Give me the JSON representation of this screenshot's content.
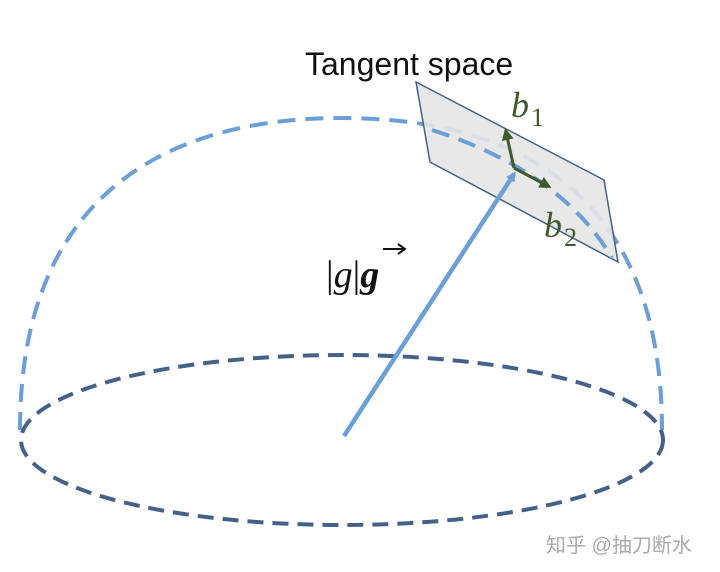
{
  "labels": {
    "tangent_space": "Tangent space",
    "b1_base": "b",
    "b1_sub": "1",
    "b2_base": "b",
    "b2_sub": "2",
    "vector_abs_open": "|",
    "vector_g": "g",
    "vector_abs_close": "|",
    "vector_bold_g": "g",
    "watermark": "知乎 @抽刀断水"
  },
  "colors": {
    "dome": "#6b9fd8",
    "base_ellipse": "#44618a",
    "vector": "#6b9fd8",
    "plane_fill": "#e6e6e6",
    "plane_stroke": "#44618a",
    "basis": "#3e5a2a",
    "basis_label": "#3e5a2a",
    "text": "#111111",
    "watermark": "#aaaaaa"
  }
}
